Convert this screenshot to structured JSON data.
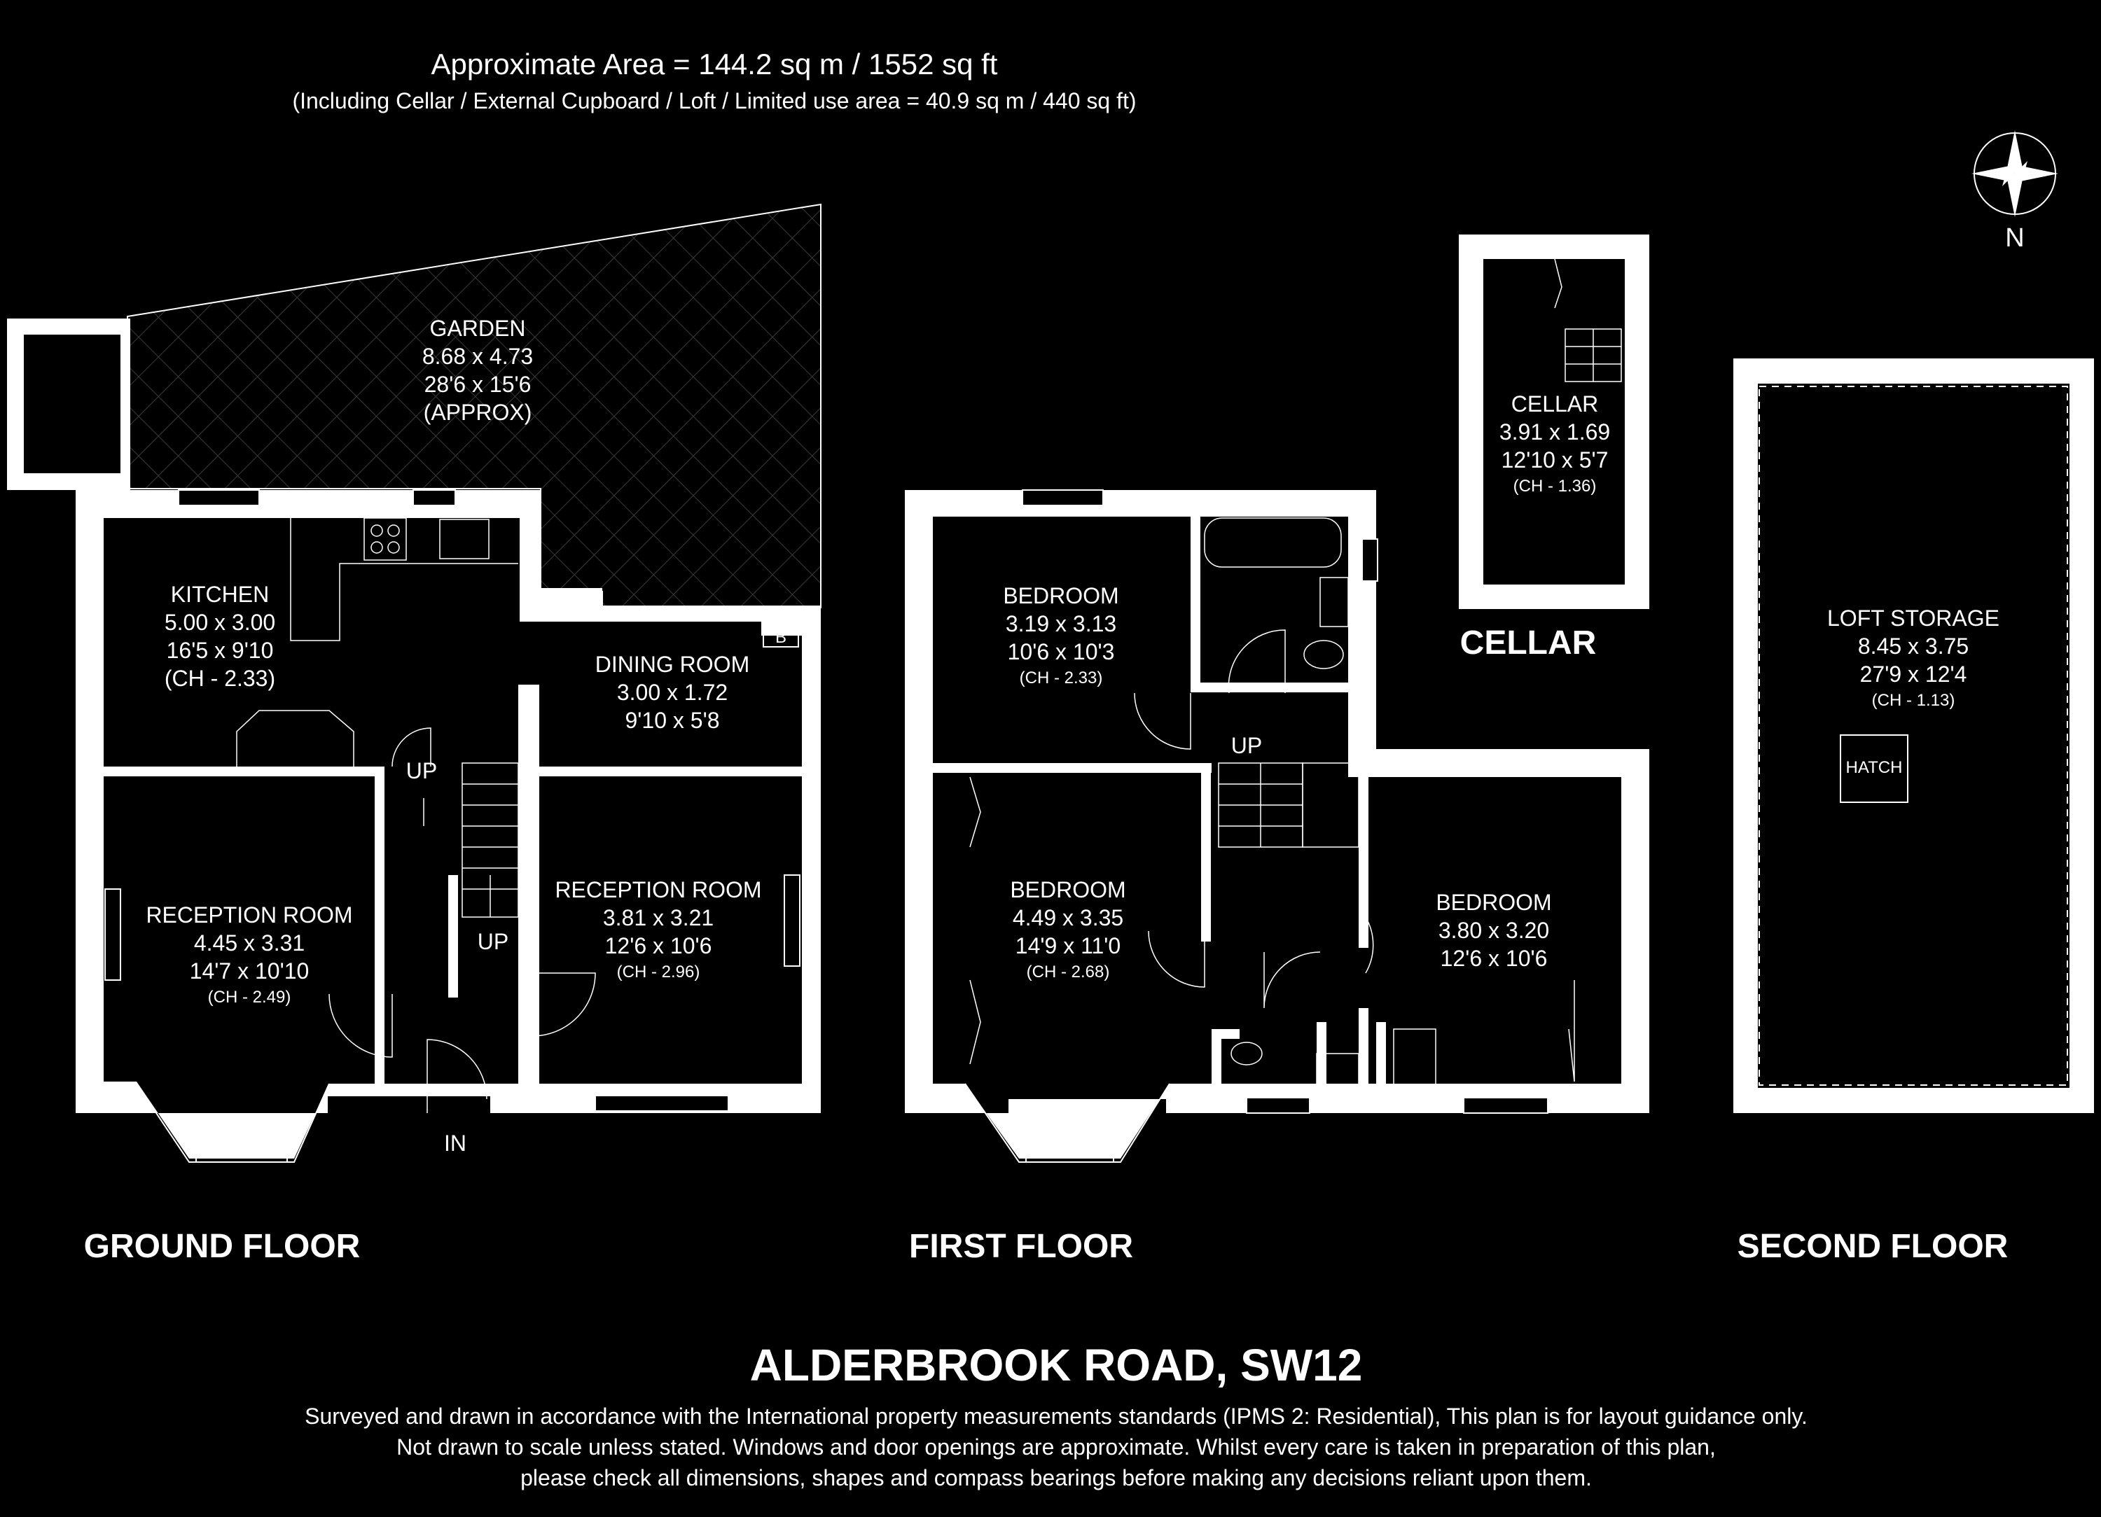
{
  "header": {
    "area": "Approximate Area = 144.2 sq m / 1552 sq ft",
    "area_note": "(Including Cellar / External Cupboard / Loft / Limited use area = 40.9 sq m / 440 sq ft)"
  },
  "compass": {
    "label": "N"
  },
  "rooms": {
    "garden": {
      "name": "GARDEN",
      "metric": "8.68 x 4.73",
      "imperial": "28'6 x 15'6",
      "note": "(APPROX)"
    },
    "kitchen": {
      "name": "KITCHEN",
      "metric": "5.00 x 3.00",
      "imperial": "16'5 x 9'10",
      "ch": "(CH - 2.33)"
    },
    "dining": {
      "name": "DINING ROOM",
      "metric": "3.00 x 1.72",
      "imperial": "9'10 x 5'8"
    },
    "reception1": {
      "name": "RECEPTION ROOM",
      "metric": "4.45 x 3.31",
      "imperial": "14'7 x 10'10",
      "ch": "(CH - 2.49)"
    },
    "reception2": {
      "name": "RECEPTION ROOM",
      "metric": "3.81 x 3.21",
      "imperial": "12'6 x 10'6",
      "ch": "(CH - 2.96)"
    },
    "bedroom1": {
      "name": "BEDROOM",
      "metric": "3.19 x 3.13",
      "imperial": "10'6 x 10'3",
      "ch": "(CH - 2.33)"
    },
    "bedroom2": {
      "name": "BEDROOM",
      "metric": "4.49 x 3.35",
      "imperial": "14'9 x 11'0",
      "ch": "(CH - 2.68)"
    },
    "bedroom3": {
      "name": "BEDROOM",
      "metric": "3.80 x 3.20",
      "imperial": "12'6 x 10'6"
    },
    "cellar": {
      "name": "CELLAR",
      "metric": "3.91 x 1.69",
      "imperial": "12'10 x 5'7",
      "ch": "(CH - 1.36)"
    },
    "loft": {
      "name": "LOFT STORAGE",
      "metric": "8.45 x 3.75",
      "imperial": "27'9 x 12'4",
      "ch": "(CH - 1.13)"
    }
  },
  "marks": {
    "up1": "UP",
    "up2": "UP",
    "up3": "UP",
    "in": "IN",
    "boiler": "B",
    "hatch": "HATCH"
  },
  "floors": {
    "ground": "GROUND FLOOR",
    "first": "FIRST FLOOR",
    "second": "SECOND FLOOR",
    "cellar": "CELLAR"
  },
  "footer": {
    "address": "ALDERBROOK ROAD, SW12",
    "line1": "Surveyed and drawn in accordance with the International property measurements standards (IPMS 2: Residential), This plan is for layout guidance only.",
    "line2": "Not drawn to scale unless stated. Windows and door openings are approximate. Whilst every care is taken in preparation of this plan,",
    "line3": "please check all dimensions, shapes and compass bearings before making any decisions reliant upon them."
  }
}
